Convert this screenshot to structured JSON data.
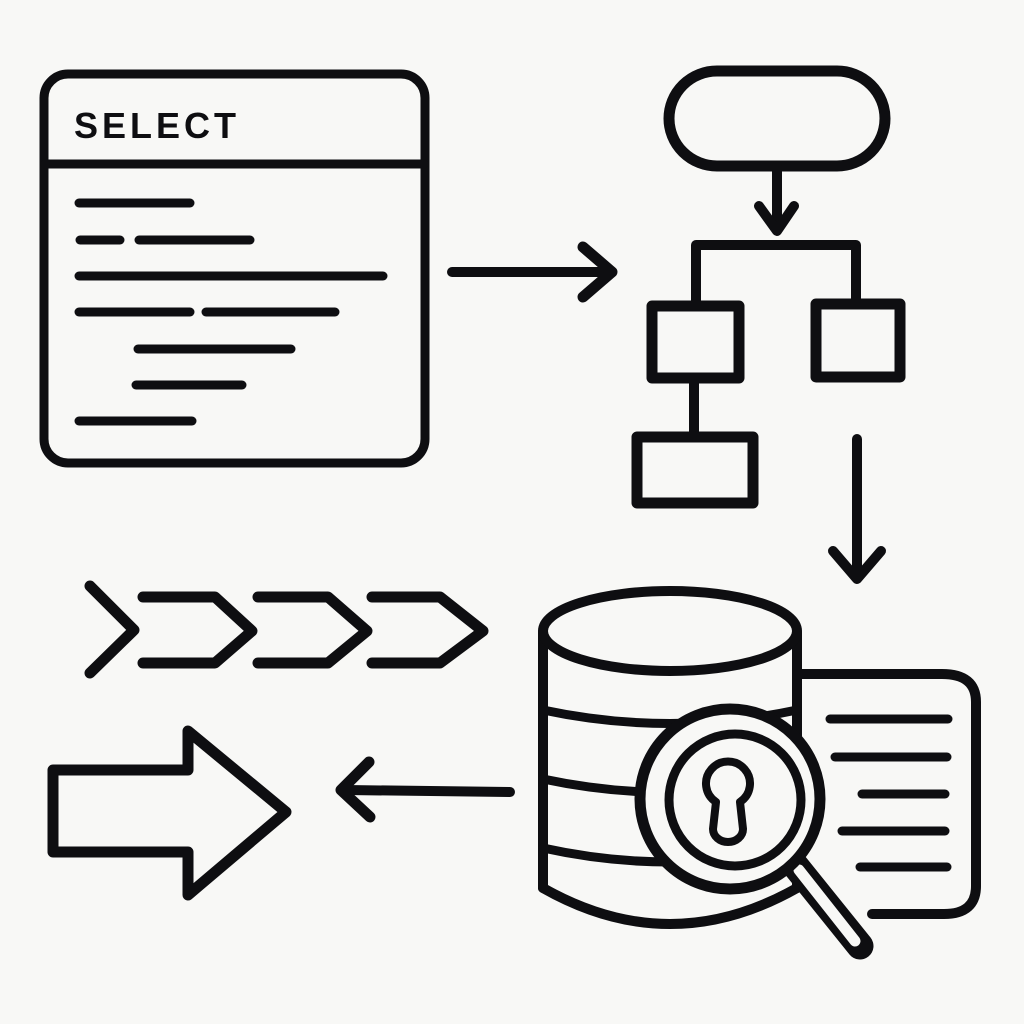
{
  "colors": {
    "background": "#f8f8f6",
    "ink": "#0e0e11"
  },
  "sql_editor_window": {
    "title": "SELECT",
    "code_line_count": 7
  },
  "query_plan_tree": {
    "node_count": 4
  },
  "document_icon": {
    "text_line_count": 5
  },
  "chevron_flow": {
    "chevron_count": 4
  },
  "icons": [
    "database-icon",
    "search-lock-magnifier-icon",
    "keyhole-icon",
    "document-icon",
    "chevron-flow-icon",
    "block-arrow-icon",
    "flow-arrow-right-icon",
    "flow-arrow-down-icon",
    "flow-arrow-left-icon"
  ]
}
